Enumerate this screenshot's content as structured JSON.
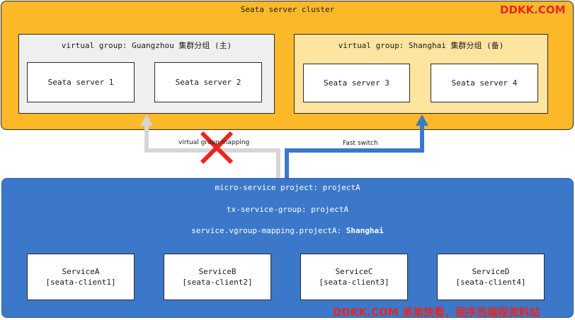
{
  "cluster": {
    "title": "Seata server cluster",
    "color": "#fbb829"
  },
  "groups": {
    "guangzhou": {
      "title": "virtual group: Guangzhou 集群分组 (主)",
      "servers": [
        "Seata server 1",
        "Seata server 2"
      ]
    },
    "shanghai": {
      "title": "virtual group: Shanghai 集群分组 (备)",
      "servers": [
        "Seata server 3",
        "Seata server 4"
      ]
    }
  },
  "edges": {
    "old_mapping_label": "virtual group mapping",
    "fast_switch_label": "Fast switch"
  },
  "client": {
    "project_line": "micro-service project: projectA",
    "tx_group_line": "tx-service-group: projectA",
    "mapping_prefix": "service.vgroup-mapping.projectA:",
    "mapping_value": "Shanghai",
    "color": "#3b78c9",
    "services": [
      {
        "name": "ServiceA",
        "client": "[seata-client1]"
      },
      {
        "name": "ServiceB",
        "client": "[seata-client2]"
      },
      {
        "name": "ServiceC",
        "client": "[seata-client3]"
      },
      {
        "name": "ServiceD",
        "client": "[seata-client4]"
      }
    ]
  },
  "watermarks": {
    "top": "DDKK.COM",
    "bottom": "DDKK.COM 弟弟快看，程序员编程资料站"
  }
}
